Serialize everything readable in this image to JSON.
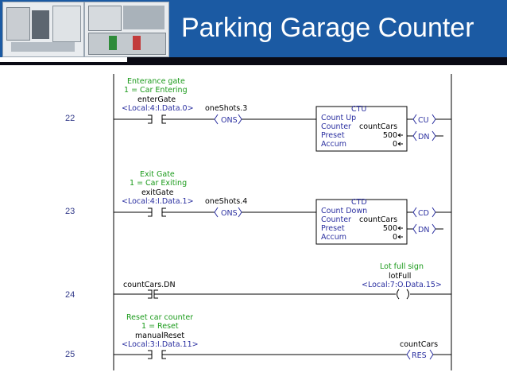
{
  "title": "Parking Garage Counter",
  "rungs": [
    {
      "number": "22",
      "contact": {
        "description": [
          "Enterance gate",
          "1 = Car Entering"
        ],
        "tag": "enterGate",
        "address": "<Local:4:I.Data.0>"
      },
      "ons": {
        "tag": "oneShots.3",
        "label": "ONS"
      },
      "block": {
        "type": "CTU",
        "name": "Count Up",
        "counter_label": "Counter",
        "counter_value": "countCars",
        "preset_label": "Preset",
        "preset_value": "500",
        "accum_label": "Accum",
        "accum_value": "0",
        "out1": "CU",
        "out2": "DN"
      }
    },
    {
      "number": "23",
      "contact": {
        "description": [
          "Exit Gate",
          "1 = Car Exiting"
        ],
        "tag": "exitGate",
        "address": "<Local:4:I.Data.1>"
      },
      "ons": {
        "tag": "oneShots.4",
        "label": "ONS"
      },
      "block": {
        "type": "CTD",
        "name": "Count Down",
        "counter_label": "Counter",
        "counter_value": "countCars",
        "preset_label": "Preset",
        "preset_value": "500",
        "accum_label": "Accum",
        "accum_value": "0",
        "out1": "CD",
        "out2": "DN"
      }
    },
    {
      "number": "24",
      "contact": {
        "tag": "countCars.DN"
      },
      "coil": {
        "description": "Lot full sign",
        "tag": "lotFull",
        "address": "<Local:7:O.Data.15>"
      }
    },
    {
      "number": "25",
      "contact": {
        "description": [
          "Reset car counter",
          "1 = Reset"
        ],
        "tag": "manualReset",
        "address": "<Local:3:I.Data.11>"
      },
      "coil": {
        "tag": "countCars",
        "label": "RES"
      }
    }
  ],
  "colors": {
    "header_blue": "#1b5aa3",
    "comment_green": "#1a9a1a",
    "address_blue": "#2a2fa0",
    "rung_number": "#333b8a"
  }
}
